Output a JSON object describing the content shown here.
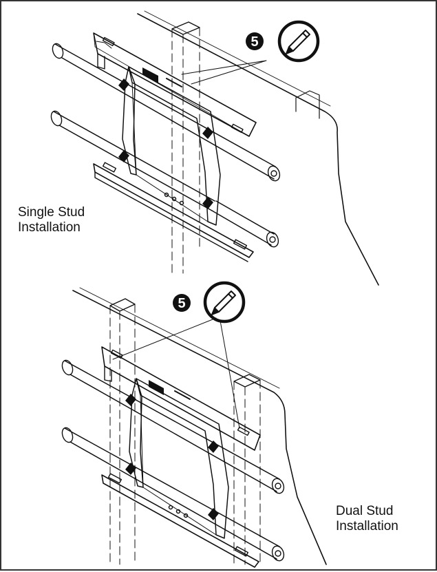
{
  "panels": [
    {
      "label_lines": [
        "Single Stud",
        "Installation"
      ],
      "step_number": "5",
      "icon": "pencil-icon"
    },
    {
      "label_lines": [
        "Dual Stud",
        "Installation"
      ],
      "step_number": "5",
      "icon": "pencil-icon"
    }
  ],
  "colors": {
    "line": "#111111",
    "shade": "#9a9a9a",
    "background": "#ffffff"
  }
}
